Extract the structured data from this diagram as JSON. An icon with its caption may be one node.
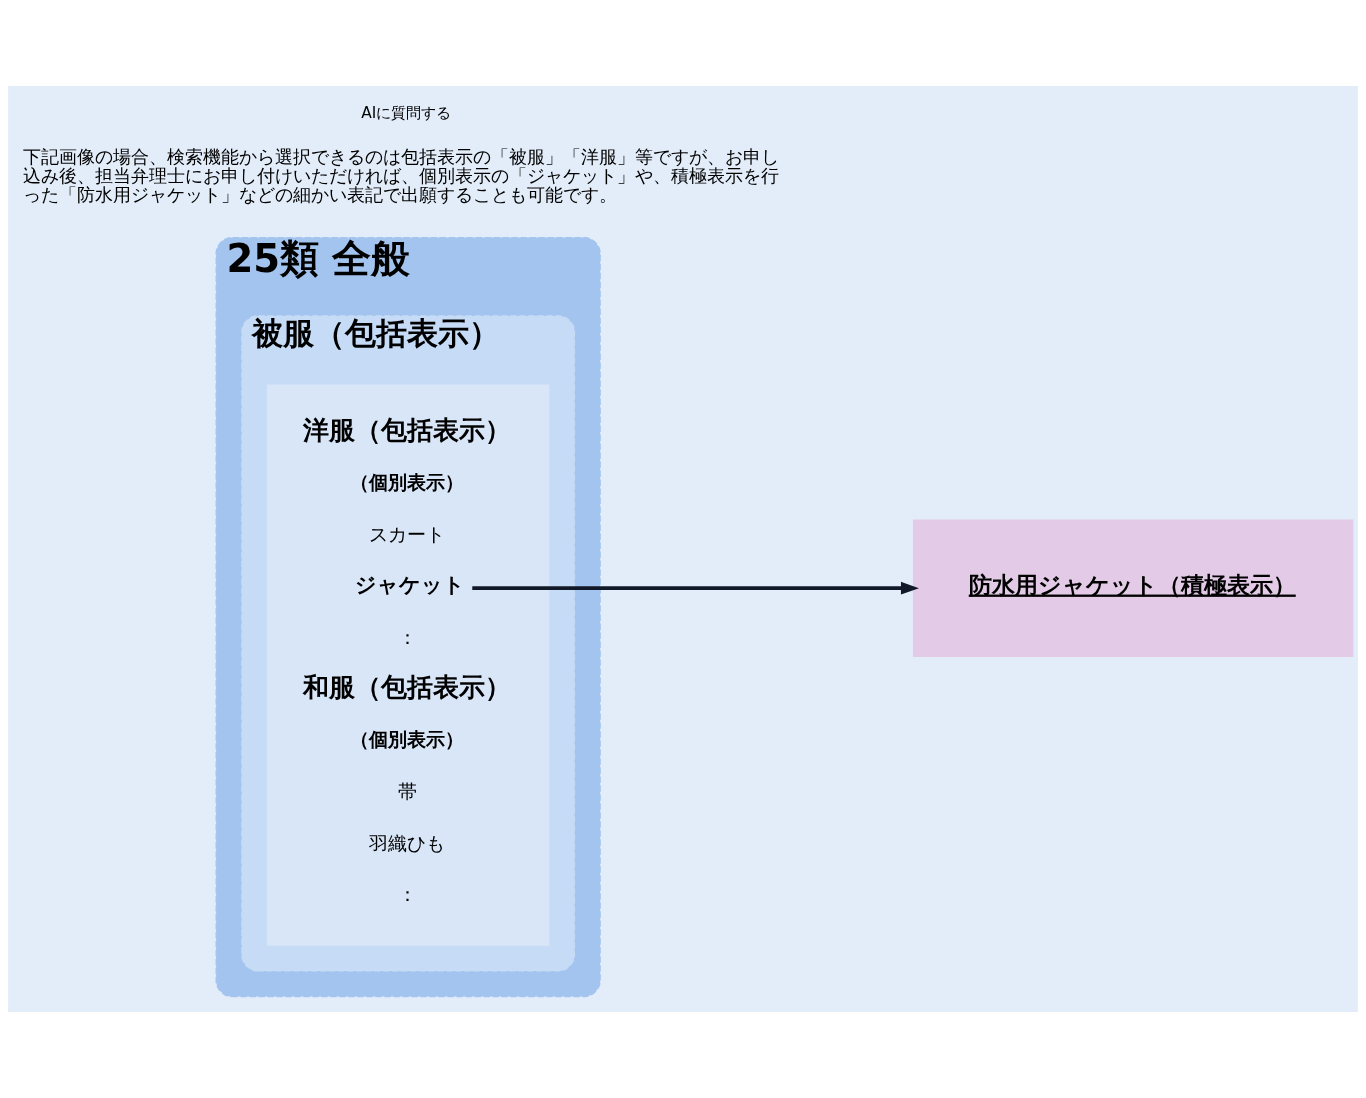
{
  "diagram": {
    "nodes": [
      {
        "text": [
          "25類 全般"
        ]
      },
      {
        "text": [
          "被服（包括表示）"
        ],
        "in": 0
      },
      {
        "text": [],
        "shape": "box",
        "in": 1
      },
      {
        "text": [
          "ジャケット"
        ],
        "in": 2
      },
      {
        "text": [
          "防水用ジャケット（積極表示）"
        ]
      }
    ],
    "edges": [
      {
        "from": 3,
        "to": 4,
        "arrow": "to"
      }
    ],
    "labels": [
      "下記画像の場合、検索機能から選択できるのは包括表示の「被服」「洋服」等ですが、お申し込み後、担当弁理士にお申し付けいただければ、個別表示の「ジャケット」や、積極表示を行った「防水用ジャケット」などの細かい表記で出願することも可能です。",
      "AIに質問する",
      "洋服（包括表示）",
      "（個別表示）",
      "スカート",
      "：",
      "和服（包括表示）",
      "（個別表示）",
      "帯",
      "羽織ひも",
      "："
    ]
  }
}
